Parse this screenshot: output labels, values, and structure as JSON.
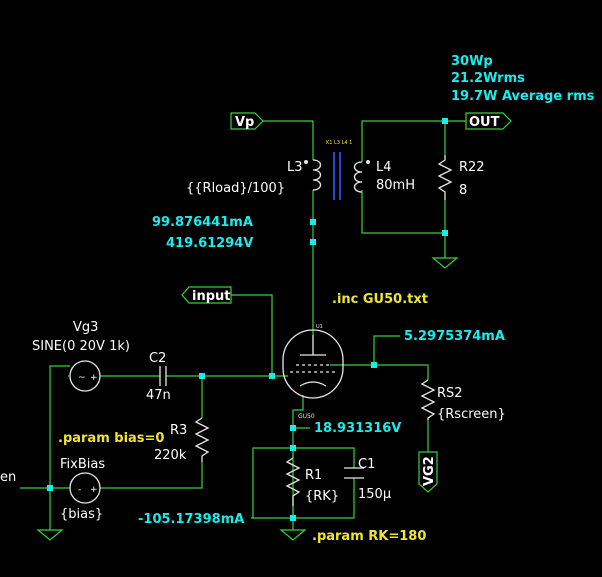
{
  "annotations": {
    "power_lines": [
      "30Wp",
      "21.2Wrms",
      "19.7W Average rms"
    ],
    "inc_directive": ".inc GU50.txt",
    "param_bias": ".param bias=0",
    "param_rk": ".param RK=180",
    "coupling_label": "K1 L3 L4 1",
    "tube_label": "GU50",
    "tube_pin": "U1"
  },
  "probes": {
    "i_l3": "99.876441mA",
    "v_anode": "419.61294V",
    "i_screen": "5.2975374mA",
    "v_cathode": "18.931316V",
    "i_r1": "-105.17398mA"
  },
  "ports": {
    "vp": "Vp",
    "out": "OUT",
    "input": "input",
    "vg2": "VG2",
    "screen_partial": "en"
  },
  "components": {
    "l3": {
      "name": "L3",
      "value": "{{Rload}/100}"
    },
    "l4": {
      "name": "L4",
      "value": "80mH"
    },
    "r22": {
      "name": "R22",
      "value": "8"
    },
    "vg3": {
      "name": "Vg3",
      "value": "SINE(0 20V 1k)"
    },
    "c2": {
      "name": "C2",
      "value": "47n"
    },
    "r3": {
      "name": "R3",
      "value": "220k"
    },
    "fixbias": {
      "name": "FixBias",
      "value": "{bias}"
    },
    "r1": {
      "name": "R1",
      "value": "{RK}"
    },
    "c1": {
      "name": "C1",
      "value": "150µ"
    },
    "rs2": {
      "name": "RS2",
      "value": "{Rscreen}"
    }
  },
  "colors": {
    "background": "#000000",
    "wire": "#37d13a",
    "probe_text": "#19ecec",
    "directive_text": "#f0e630",
    "component_text": "#ffffff",
    "port_fill": "#000000"
  }
}
